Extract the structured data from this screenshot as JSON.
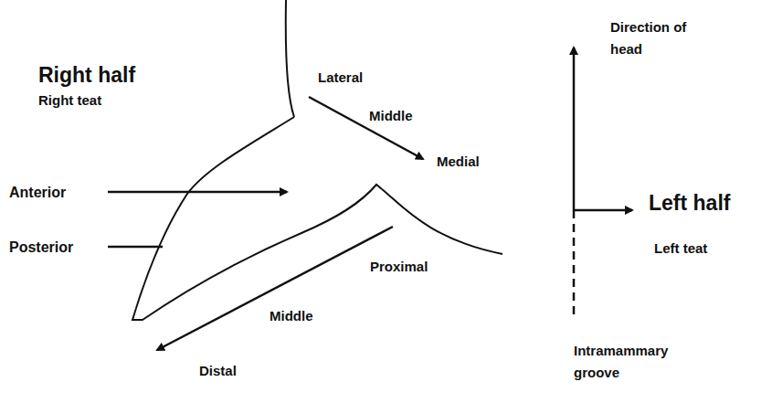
{
  "diagram": {
    "labels": [
      "Right half",
      "Right teat",
      "Lateral",
      "Middle",
      "Medial",
      "Anterior",
      "Posterior",
      "Proximal",
      "Middle",
      "Distal",
      "Direction of head",
      "Left half",
      "Left teat",
      "Intramammary groove"
    ]
  }
}
